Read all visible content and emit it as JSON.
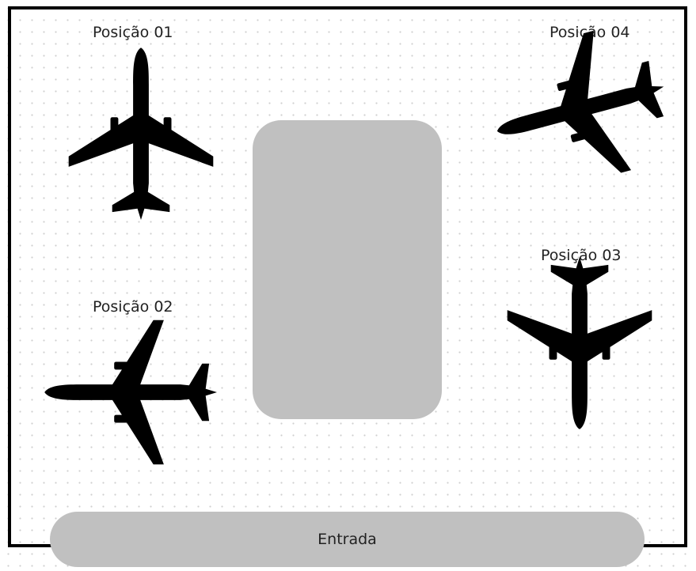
{
  "positions": [
    {
      "label": "Posição 01"
    },
    {
      "label": "Posição 02"
    },
    {
      "label": "Posição 03"
    },
    {
      "label": "Posição 04"
    }
  ],
  "entrance": {
    "label": "Entrada"
  },
  "icons": {
    "plane": "airplane-icon"
  },
  "colors": {
    "block": "#c0c0c0",
    "frame": "#000000",
    "plane": "#000000"
  }
}
